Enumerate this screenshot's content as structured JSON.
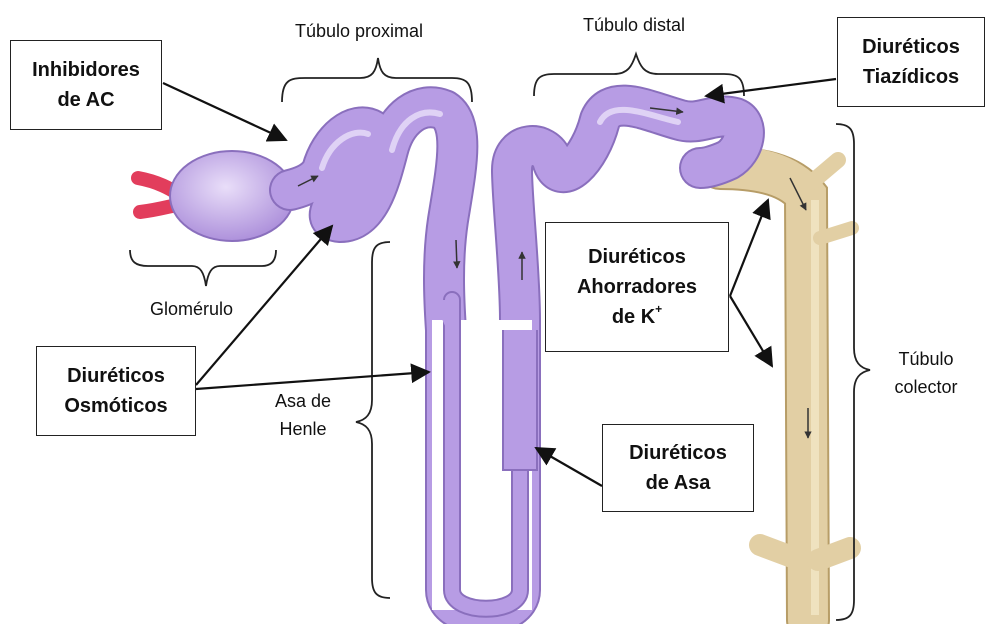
{
  "labels": {
    "tubulo_proximal": "Túbulo proximal",
    "tubulo_distal": "Túbulo distal",
    "glomerulo": "Glomérulo",
    "asa_henle_line1": "Asa de",
    "asa_henle_line2": "Henle",
    "tubulo_colector_line1": "Túbulo",
    "tubulo_colector_line2": "colector"
  },
  "boxes": {
    "inhibidores_ac": {
      "line1": "Inhibidores",
      "line2": "de AC"
    },
    "tiazidicos": {
      "line1": "Diuréticos",
      "line2": "Tiazídicos"
    },
    "ahorradores_k": {
      "line1": "Diuréticos",
      "line2": "Ahorradores",
      "line3_prefix": "de K",
      "line3_sup": "+"
    },
    "osmoticos": {
      "line1": "Diuréticos",
      "line2": "Osmóticos"
    },
    "asa": {
      "line1": "Diuréticos",
      "line2": "de Asa"
    }
  },
  "colors": {
    "tubule": "#b79ce4",
    "tubule_outline": "#8a6fbd",
    "tubule_highlight": "#e3d8f6",
    "collecting_duct": "#e2cfa4",
    "collecting_outline": "#b79d67",
    "arteriole": "#e23d5c",
    "ink": "#111111"
  }
}
